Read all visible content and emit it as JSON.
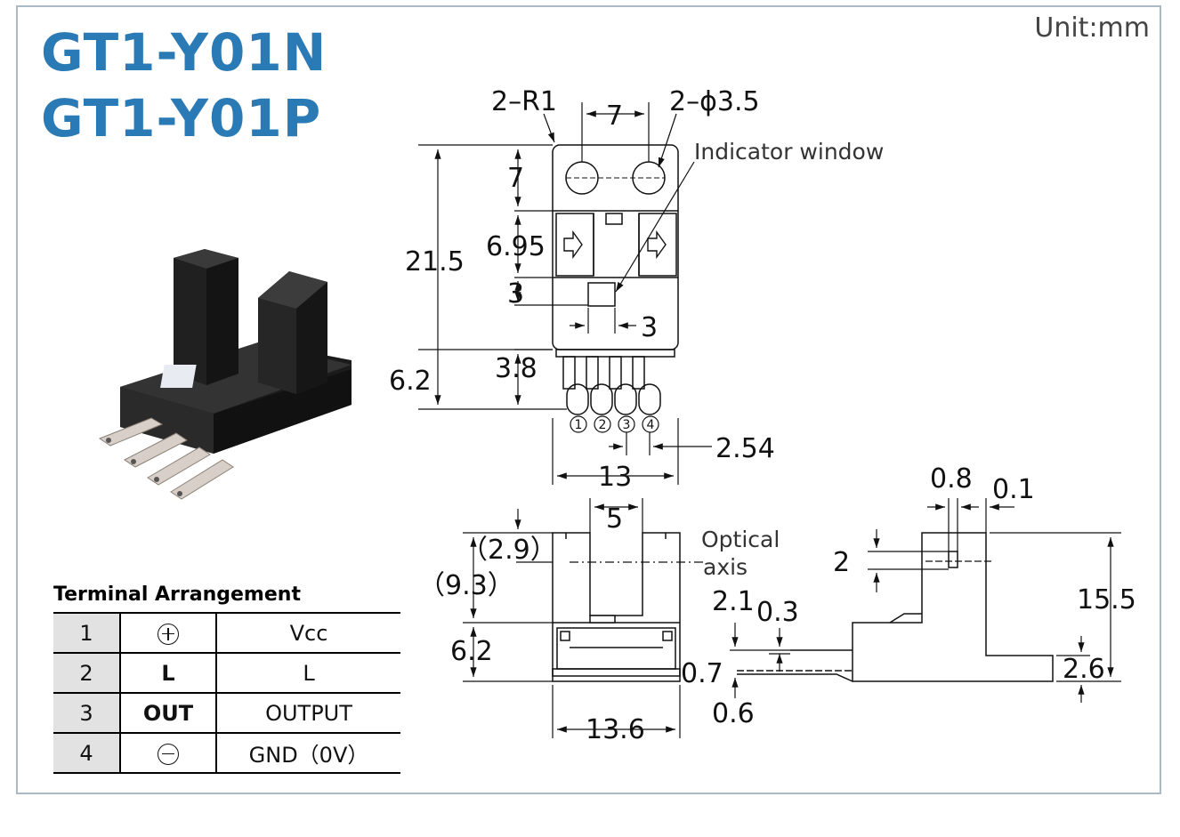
{
  "header": {
    "model_n": "GT1-Y01N",
    "model_p": "GT1-Y01P",
    "unit": "Unit:mm"
  },
  "colors": {
    "title": "#2a7bb5",
    "frame": "#a9b9c6",
    "table_shade": "#e2e2e2"
  },
  "dimensions": {
    "r1": "2–R1",
    "hole_spacing": "7",
    "holes": "2–ϕ3.5",
    "indicator_window": "Indicator window",
    "d7": "7",
    "d21_5": "21.5",
    "d6_95": "6.95",
    "d3a": "3",
    "d3b": "3",
    "d6_2a": "6.2",
    "d3_8": "3.8",
    "pin1": "1",
    "pin2": "2",
    "pin3": "3",
    "pin4": "4",
    "d2_54": "2.54",
    "d13": "13",
    "d5": "5",
    "d2_9": "（2.9）",
    "optical_axis_1": "Optical",
    "optical_axis_2": "axis",
    "d9_3": "（9.3）",
    "d6_2b": "6.2",
    "d13_6": "13.6",
    "d0_8": "0.8",
    "d0_1": "0.1",
    "d2": "2",
    "d2_1": "2.1",
    "d0_3": "0.3",
    "d0_7": "0.7",
    "d0_6": "0.6",
    "d15_5": "15.5",
    "d2_6": "2.6"
  },
  "terminal": {
    "title": "Terminal Arrangement",
    "rows": [
      {
        "no": "1",
        "symbol": "plus-circle-icon",
        "name": "Vcc"
      },
      {
        "no": "2",
        "symbol_text": "L",
        "name": "L"
      },
      {
        "no": "3",
        "symbol_text": "OUT",
        "name": "OUTPUT"
      },
      {
        "no": "4",
        "symbol": "minus-circle-icon",
        "name": "GND（0V）"
      }
    ]
  }
}
